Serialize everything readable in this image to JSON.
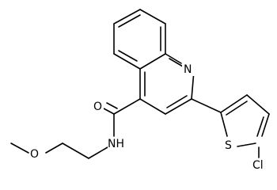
{
  "molecule": {
    "atoms": {
      "n_ring": "N",
      "o_carbonyl": "O",
      "n_amide": "NH",
      "o_ether": "O",
      "s_thiophene": "S",
      "cl": "Cl"
    }
  },
  "colors": {
    "bond": "#000000",
    "label": "#000000",
    "background": "#ffffff"
  }
}
